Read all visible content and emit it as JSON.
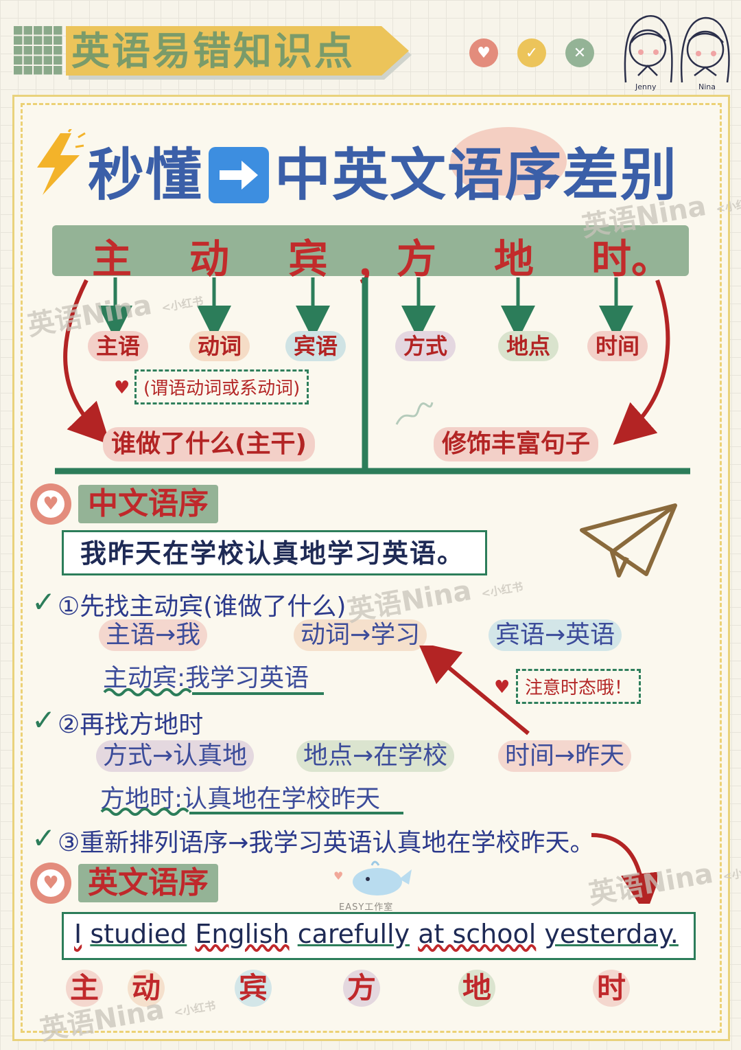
{
  "header": {
    "title": "英语易错知识点",
    "buttons": [
      {
        "name": "heart",
        "glyph": "♥",
        "color": "#e38c7c"
      },
      {
        "name": "check",
        "glyph": "✓",
        "color": "#ecc45a"
      },
      {
        "name": "close",
        "glyph": "✕",
        "color": "#94b396"
      }
    ],
    "avatar_names": [
      "Jenny",
      "Nina"
    ]
  },
  "main_title": {
    "left": "秒懂",
    "arrow": "➡",
    "right": "中英文语序差别"
  },
  "order_bar": {
    "words": [
      "主",
      "动",
      "宾",
      "，",
      "方",
      "地",
      "时。"
    ]
  },
  "pills": [
    "主语",
    "动词",
    "宾语",
    "方式",
    "地点",
    "时间"
  ],
  "predicate_note": "(谓语动词或系动词)",
  "groups": {
    "left": "谁做了什么(主干)",
    "right": "修饰丰富句子"
  },
  "chinese_section": {
    "label": "中文语序",
    "sentence": "我昨天在学校认真地学习英语。",
    "step1": "①先找主动宾(谁做了什么)",
    "step1_tags": [
      "主语→我",
      "动词→学习",
      "宾语→英语"
    ],
    "step1_result_label": "主动宾:",
    "step1_result": "我学习英语",
    "tense_note": "注意时态哦！",
    "step2": "②再找方地时",
    "step2_tags": [
      "方式→认真地",
      "地点→在学校",
      "时间→昨天"
    ],
    "step2_result_label": "方地时:",
    "step2_result": "认真地在学校昨天",
    "step3": "③重新排列语序→我学习英语认真地在学校昨天。"
  },
  "english_section": {
    "label": "英文语序",
    "words": [
      "I",
      "studied",
      "English",
      "carefully",
      "at school",
      "yesterday."
    ],
    "bottom_labels": [
      "主",
      "动",
      "宾",
      "方",
      "地",
      "时"
    ]
  },
  "watermark": {
    "text": "英语Nina",
    "sub": "<小红书"
  },
  "studio": "EASY工作室",
  "colors": {
    "accent_red": "#c0282b",
    "green": "#2c7d5a",
    "sage": "#94b396",
    "blue_title": "#3b5fa8",
    "yellow": "#ecc45a"
  }
}
